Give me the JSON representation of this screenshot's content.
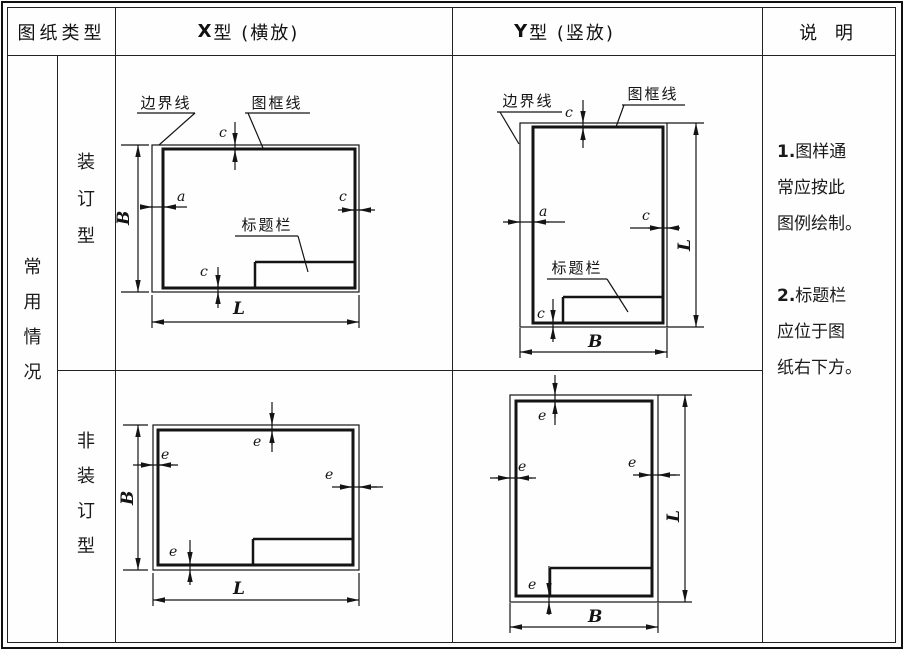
{
  "header": {
    "col_type": "图纸类型",
    "col_x_prefix": "X",
    "col_x_rest": " 型 (横放)",
    "col_y_prefix": "Y",
    "col_y_rest": " 型 (竖放)",
    "col_note": "说 明"
  },
  "rows": {
    "usage": "常用情况",
    "binding": "装订型",
    "non_binding": "非装订型"
  },
  "diagram_labels": {
    "boundary": "边界线",
    "frame": "图框线",
    "title_block": "标题栏"
  },
  "dims": {
    "a": "a",
    "c": "c",
    "e": "e",
    "B": "B",
    "L": "L"
  },
  "notes": {
    "lines": [
      {
        "b": "1.",
        "t": "图样通"
      },
      {
        "b": "",
        "t": "常应按此"
      },
      {
        "b": "",
        "t": "图例绘制。"
      },
      {
        "b": "",
        "t": ""
      },
      {
        "b": "2.",
        "t": "标题栏"
      },
      {
        "b": "",
        "t": "应位于图"
      },
      {
        "b": "",
        "t": "纸右下方。"
      }
    ]
  },
  "colors": {
    "line": "#141414",
    "background": "#fefefe"
  }
}
